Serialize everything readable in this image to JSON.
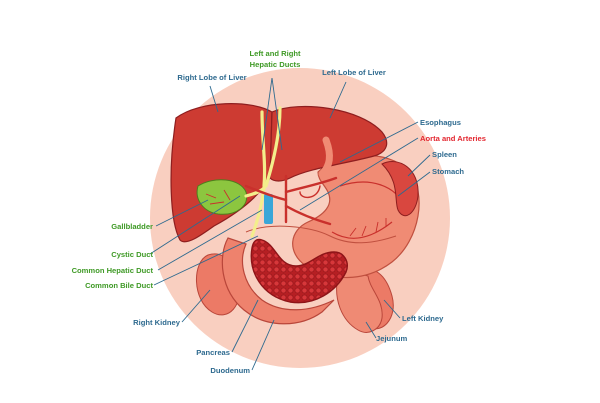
{
  "colors": {
    "label_blue": "#2e6a8f",
    "label_green": "#3f9a26",
    "label_red": "#e3262f",
    "leader_line": "#2e6a8f",
    "backdrop": "#f9cfc0",
    "organ_red": "#c9302c",
    "stomach_pink": "#f08b74",
    "pancreas_pink": "#e9816c",
    "gallbladder_green": "#8cc63f",
    "bile_yellow": "#f3ee8c",
    "vessel_blue": "#3aa6d8"
  },
  "labels": {
    "right_lobe": "Right Lobe of Liver",
    "hepatic_ducts_line1": "Left and Right",
    "hepatic_ducts_line2": "Hepatic Ducts",
    "left_lobe": "Left Lobe of Liver",
    "esophagus": "Esophagus",
    "aorta": "Aorta and Arteries",
    "spleen": "Spleen",
    "stomach": "Stomach",
    "gallbladder": "Gallbladder",
    "cystic_duct": "Cystic Duct",
    "common_hepatic_duct": "Common Hepatic Duct",
    "common_bile_duct": "Common Bile Duct",
    "right_kidney": "Right Kidney",
    "left_kidney": "Left Kidney",
    "jejunum": "Jejunum",
    "pancreas": "Pancreas",
    "duodenum": "Duodenum"
  }
}
